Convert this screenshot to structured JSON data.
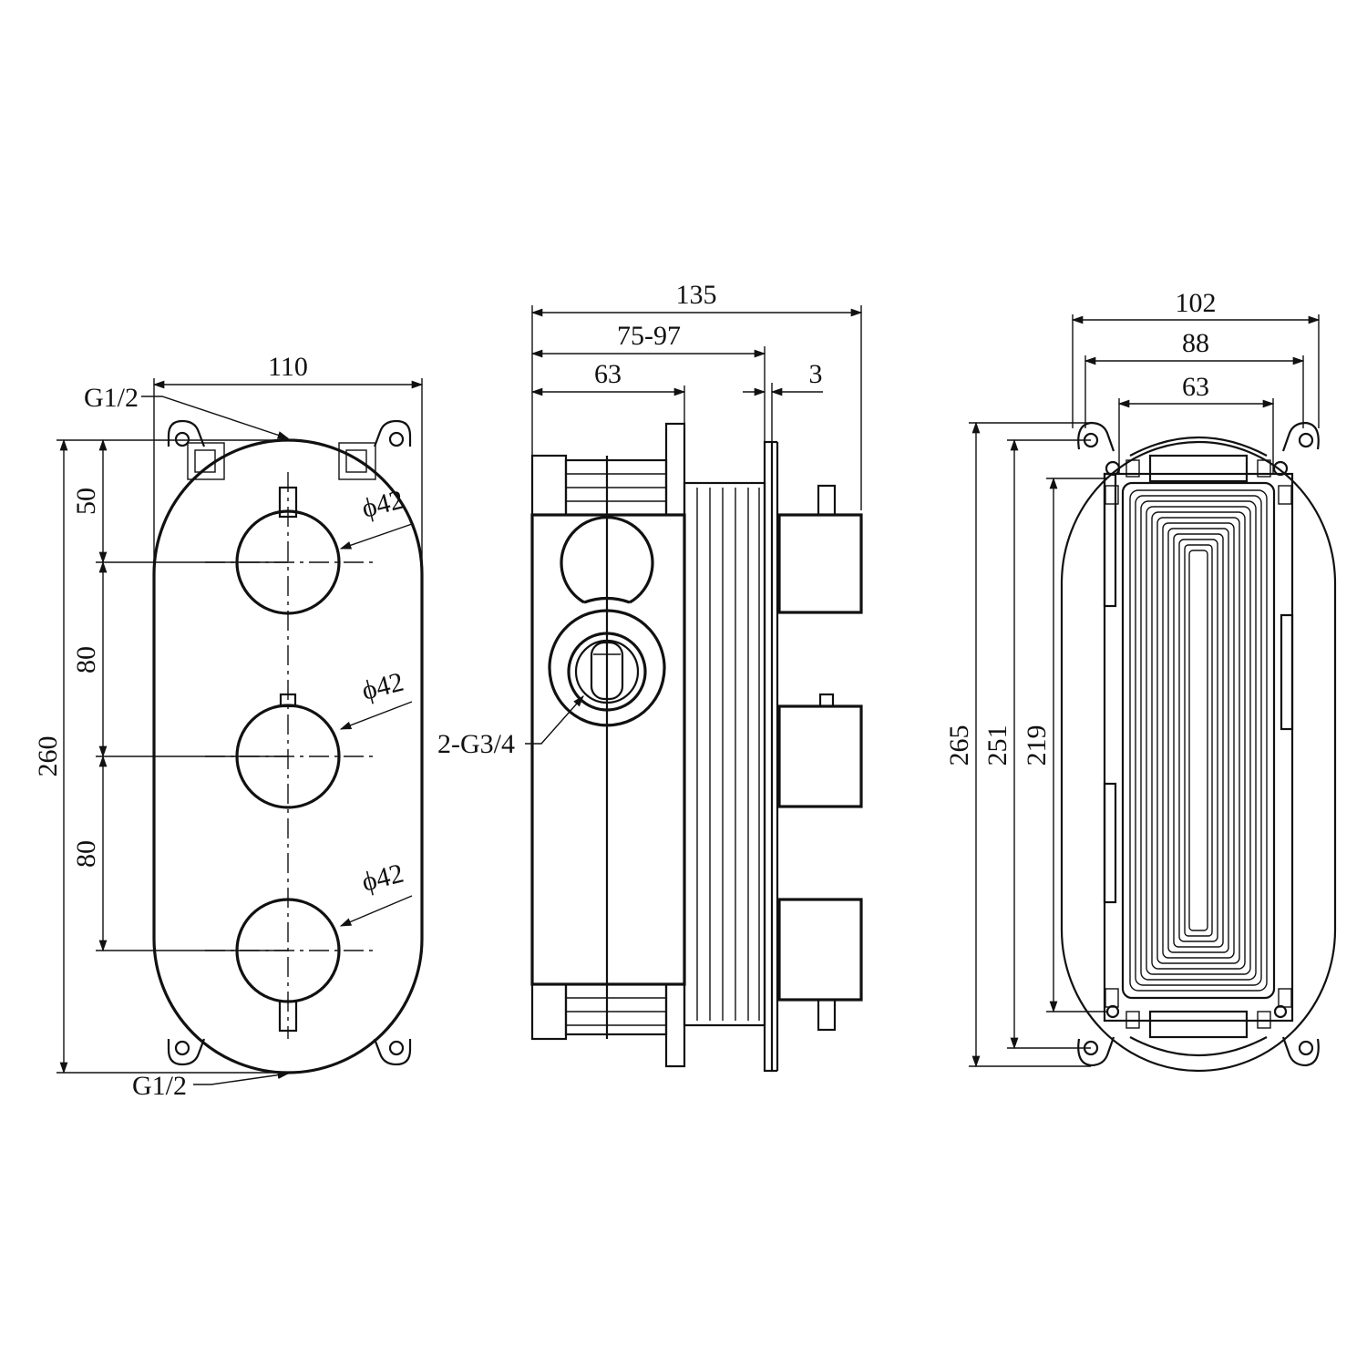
{
  "front_view": {
    "width": "110",
    "total_height": "260",
    "top_spacing": "50",
    "mid_spacing_1": "80",
    "mid_spacing_2": "80",
    "knob_diameter": "ϕ42",
    "inlet_top": "G1/2",
    "inlet_bottom": "G1/2"
  },
  "side_view": {
    "total_depth": "135",
    "adjust_range": "75-97",
    "body_depth": "63",
    "plate_thickness": "3",
    "port_label": "2-G3/4"
  },
  "back_view": {
    "outer_width": "102",
    "mid_width": "88",
    "inner_width": "63",
    "outer_height": "265",
    "mid_height": "251",
    "inner_height": "219"
  },
  "colors": {
    "line": "#111111",
    "background": "#ffffff"
  }
}
